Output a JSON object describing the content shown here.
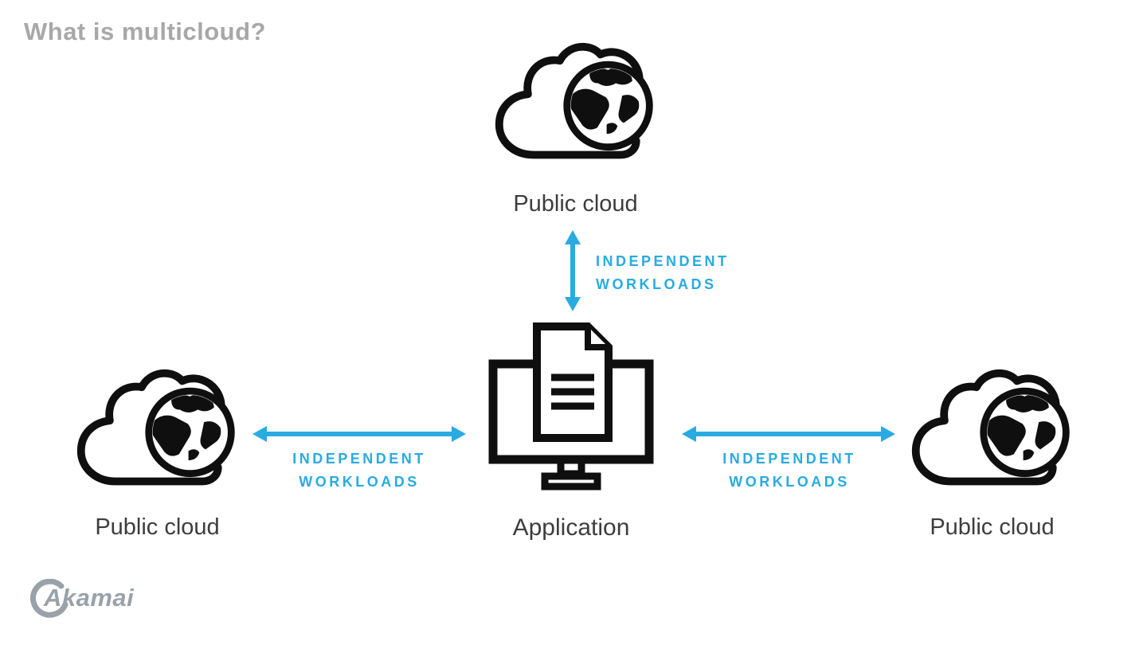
{
  "page": {
    "title": "What is multicloud?"
  },
  "colors": {
    "accent_blue": "#29abe2",
    "icon_black": "#0f0f0f",
    "title_gray": "#a8a8a8",
    "label_gray": "#3d3d3d",
    "logo_gray": "#99a1a9"
  },
  "diagram": {
    "nodes": [
      {
        "id": "public-cloud-top",
        "label": "Public cloud",
        "icon": "cloud-globe-icon"
      },
      {
        "id": "public-cloud-left",
        "label": "Public cloud",
        "icon": "cloud-globe-icon"
      },
      {
        "id": "application",
        "label": "Application",
        "icon": "monitor-document-icon"
      },
      {
        "id": "public-cloud-right",
        "label": "Public cloud",
        "icon": "cloud-globe-icon"
      }
    ],
    "edges": [
      {
        "id": "top-to-application",
        "label_line1": "INDEPENDENT",
        "label_line2": "WORKLOADS"
      },
      {
        "id": "left-to-application",
        "label_line1": "INDEPENDENT",
        "label_line2": "WORKLOADS"
      },
      {
        "id": "right-to-application",
        "label_line1": "INDEPENDENT",
        "label_line2": "WORKLOADS"
      }
    ]
  },
  "footer": {
    "logo_text": "Akamai"
  }
}
